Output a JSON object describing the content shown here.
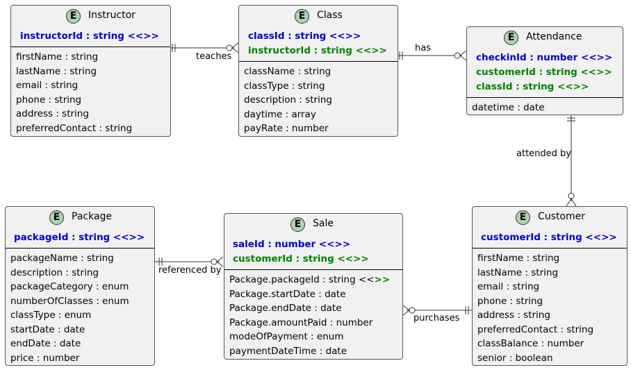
{
  "entities": {
    "instructor": {
      "badge": "E",
      "name": "Instructor",
      "keys": [
        "instructorId : string <<>>"
      ],
      "attributes": [
        "firstName : string",
        "lastName : string",
        "email : string",
        "phone : string",
        "address : string",
        "preferredContact : string"
      ]
    },
    "class": {
      "badge": "E",
      "name": "Class",
      "keys": [
        "classId : string <<>>",
        "instructorId : string <<>>"
      ],
      "attributes": [
        "className : string",
        "classType : string",
        "description : string",
        "daytime : array",
        "payRate : number"
      ]
    },
    "attendance": {
      "badge": "E",
      "name": "Attendance",
      "keys": [
        "checkinId : number <<>>",
        "customerId : string <<>>",
        "classId : string <<>>"
      ],
      "attributes": [
        "datetime : date"
      ]
    },
    "package": {
      "badge": "E",
      "name": "Package",
      "keys": [
        "packageId : string <<>>"
      ],
      "attributes": [
        "packageName : string",
        "description : string",
        "packageCategory : enum",
        "numberOfClasses : enum",
        "classType : enum",
        "startDate : date",
        "endDate : date",
        "price : number"
      ]
    },
    "sale": {
      "badge": "E",
      "name": "Sale",
      "keys": [
        "saleId : number <<>>",
        "customerId : string <<>>"
      ],
      "attributes": [
        "Package.packageId : string <<",
        "Package.startDate : date",
        "Package.endDate : date",
        "Package.amountPaid : number",
        "modeOfPayment : enum",
        "paymentDateTime : date"
      ],
      "attribute_suffix": ">>"
    },
    "customer": {
      "badge": "E",
      "name": "Customer",
      "keys": [
        "customerId : string <<>>"
      ],
      "attributes": [
        "firstName : string",
        "lastName : string",
        "email : string",
        "phone : string",
        "address : string",
        "preferredContact : string",
        "classBalance : number",
        "senior : boolean"
      ]
    }
  },
  "relationships": {
    "teaches": "teaches",
    "has": "has",
    "attended_by": "attended by",
    "referenced_by": "referenced by",
    "purchases": "purchases"
  },
  "colors": {
    "primary_key": "#0000cc",
    "foreign_key": "#008000",
    "entity_fill": "#f1f1f1",
    "badge_fill": "#add1b2"
  }
}
